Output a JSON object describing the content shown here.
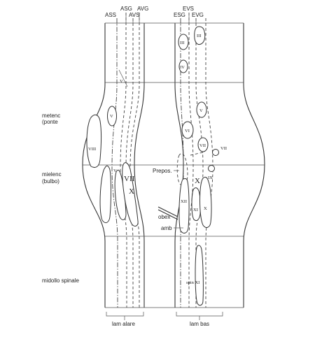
{
  "column_labels": {
    "left_top_1": "ASG",
    "left_top_2": "AVG",
    "left_bottom_1": "ASS",
    "left_bottom_2": "AVS",
    "right_top_1": "EVS",
    "right_bottom_1": "ESG",
    "right_bottom_2": "EVG"
  },
  "region_labels": {
    "metenc": "metenc",
    "ponte": "(ponte",
    "mielenc": "mielenc",
    "bulbo": "(bulbo)",
    "midollo": "midollo spinale"
  },
  "nucleus_labels": {
    "l_v_upper": "V",
    "l_v_oval": "V",
    "l_viii": "VIII",
    "l_v_lower": "V",
    "l_vii": "VII",
    "l_x": "X",
    "r_iii_a": "III",
    "r_iii_b": "III",
    "r_iv": "IV",
    "r_v": "V",
    "r_vi": "VI",
    "r_vii_oval": "VII",
    "r_vii_small": "VII",
    "r_ix": "IX",
    "r_xii": "XII",
    "r_xi_small": "XI",
    "r_x": "X",
    "r_x_cross": "X",
    "spin_xi": "spin XI"
  },
  "annotations": {
    "prepos": "Prepos.",
    "obex": "obex",
    "amb": "amb"
  },
  "bottom_labels": {
    "lam_alare": "lam alare",
    "lam_bas": "lam bas"
  }
}
